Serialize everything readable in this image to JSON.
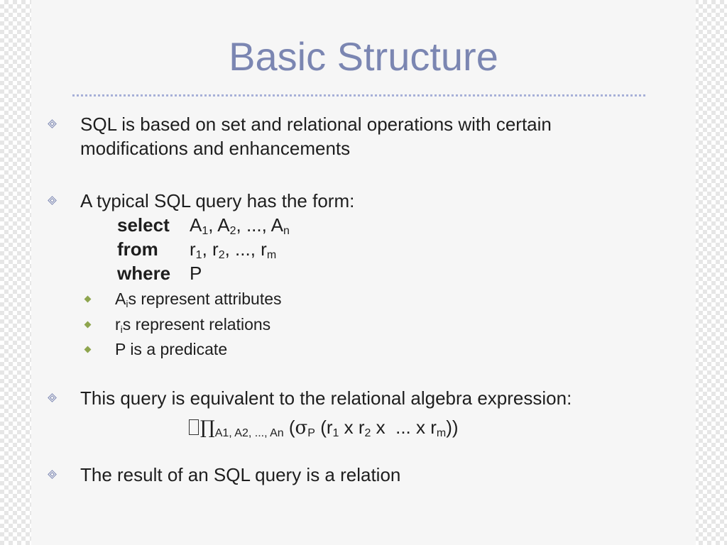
{
  "title": "Basic Structure",
  "bullets": [
    {
      "text_line1": "SQL is based on set and relational operations with certain",
      "text_line2": "modifications and enhancements"
    },
    {
      "text": "A typical SQL query has the form:"
    },
    {
      "text": "This query is equivalent to the relational algebra expression:"
    },
    {
      "text": "The result of an SQL query is a relation"
    }
  ],
  "query": {
    "select_kw": "select",
    "from_kw": "from",
    "where_kw": "where",
    "where_val": "P"
  },
  "sub_bullets": [
    {
      "letter": "A",
      "sub": "i",
      "rest": "s represent attributes"
    },
    {
      "letter": "r",
      "sub": "i",
      "rest": "s represent relations"
    },
    {
      "text": "P is a predicate"
    }
  ],
  "expression": {
    "pi": "∏",
    "pi_sub": "A1, A2, ..., An",
    "sigma": "σ",
    "sigma_sub": "P"
  },
  "colors": {
    "title": "#7b86b2",
    "sub_bullet_marker": "#8ea54e",
    "slide_bg": "#f6f6f6"
  }
}
